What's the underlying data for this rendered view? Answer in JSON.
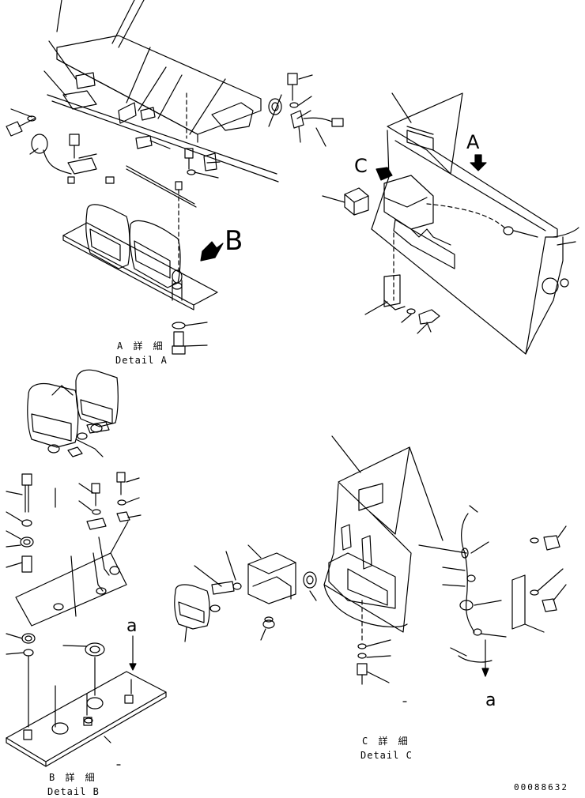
{
  "details": {
    "a": {
      "title_jp": "A 詳 細",
      "title_en": "Detail A"
    },
    "b": {
      "title_jp": "B 詳 細",
      "title_en": "Detail B"
    },
    "c": {
      "title_jp": "C 詳 細",
      "title_en": "Detail C"
    }
  },
  "view_markers": {
    "a": "A",
    "b": "B",
    "c": "C",
    "connector_upper": "a",
    "connector_lower": "a"
  },
  "drawing_number": "00088632"
}
